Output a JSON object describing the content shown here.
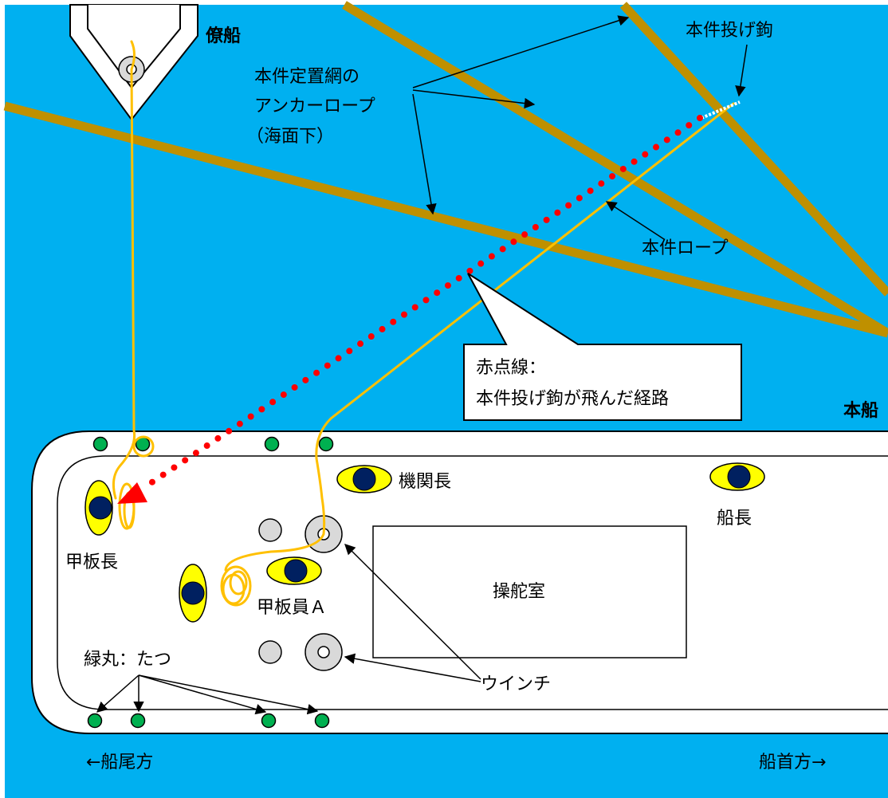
{
  "colors": {
    "sea": "#00b0f0",
    "anchor_rope": "#bf9000",
    "rope": "#ffc000",
    "path": "#ff0000",
    "person_body": "#ffff00",
    "person_head": "#002060",
    "bollard": "#00b050",
    "winch": "#d9d9d9"
  },
  "labels": {
    "tender_boat": "僚船",
    "main_ship": "本船",
    "grapnel": "本件投げ鉤",
    "anchor_rope_line1": "本件定置網の",
    "anchor_rope_line2": "アンカーロープ",
    "anchor_rope_line3": "（海面下）",
    "rope": "本件ロープ",
    "callout_line1": "赤点線：",
    "callout_line2": "本件投げ鉤が飛んだ経路",
    "chief_engineer": "機関長",
    "captain": "船長",
    "boatswain": "甲板長",
    "deckhand_a": "甲板員Ａ",
    "wheelhouse": "操舵室",
    "bollards": "緑丸：たつ",
    "winch": "ウインチ",
    "stern": "←船尾方",
    "bow": "船首方→"
  },
  "icons": [
    "person-icon",
    "bollard-icon",
    "winch-icon",
    "grapnel-icon"
  ]
}
